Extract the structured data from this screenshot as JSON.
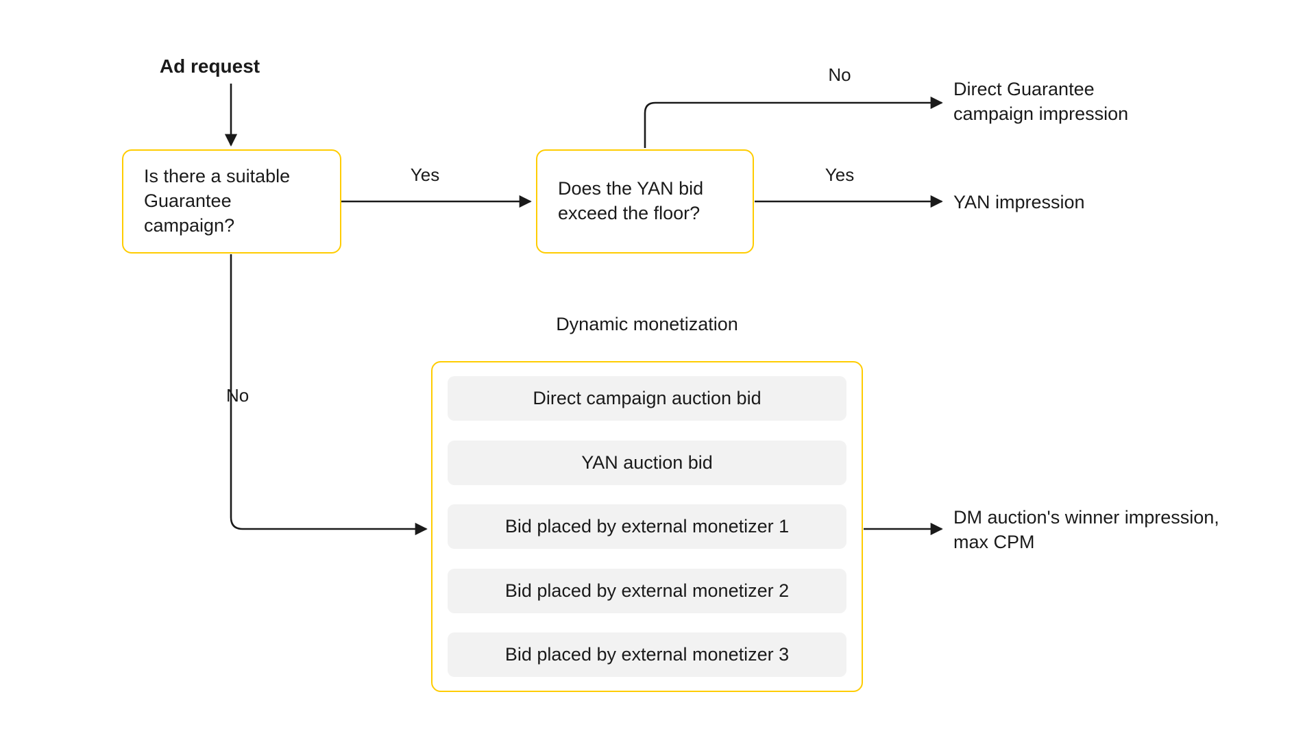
{
  "diagram": {
    "title": "Ad request monetization decision flow",
    "entry_label": "Ad request",
    "accent_color": "#FFCC00",
    "row_color": "#F2F2F2",
    "line_color": "#1a1a1a",
    "background": "#ffffff"
  },
  "nodes": {
    "guarantee_check": "Is there a suitable\nGuarantee\ncampaign?",
    "yan_floor_check": "Does the YAN bid\nexceed the floor?"
  },
  "dynamic_monetization": {
    "caption": "Dynamic monetization",
    "bids": [
      "Direct campaign auction bid",
      "YAN auction bid",
      "Bid placed by external monetizer 1",
      "Bid placed by external monetizer 2",
      "Bid placed by external monetizer 3"
    ]
  },
  "outcomes": {
    "direct_guarantee": "Direct Guarantee\ncampaign impression",
    "yan_impression": "YAN impression",
    "dm_winner": "DM auction's winner impression,\nmax CPM"
  },
  "edge_labels": {
    "guarantee_yes": "Yes",
    "guarantee_no": "No",
    "yan_floor_no": "No",
    "yan_floor_yes": "Yes"
  }
}
